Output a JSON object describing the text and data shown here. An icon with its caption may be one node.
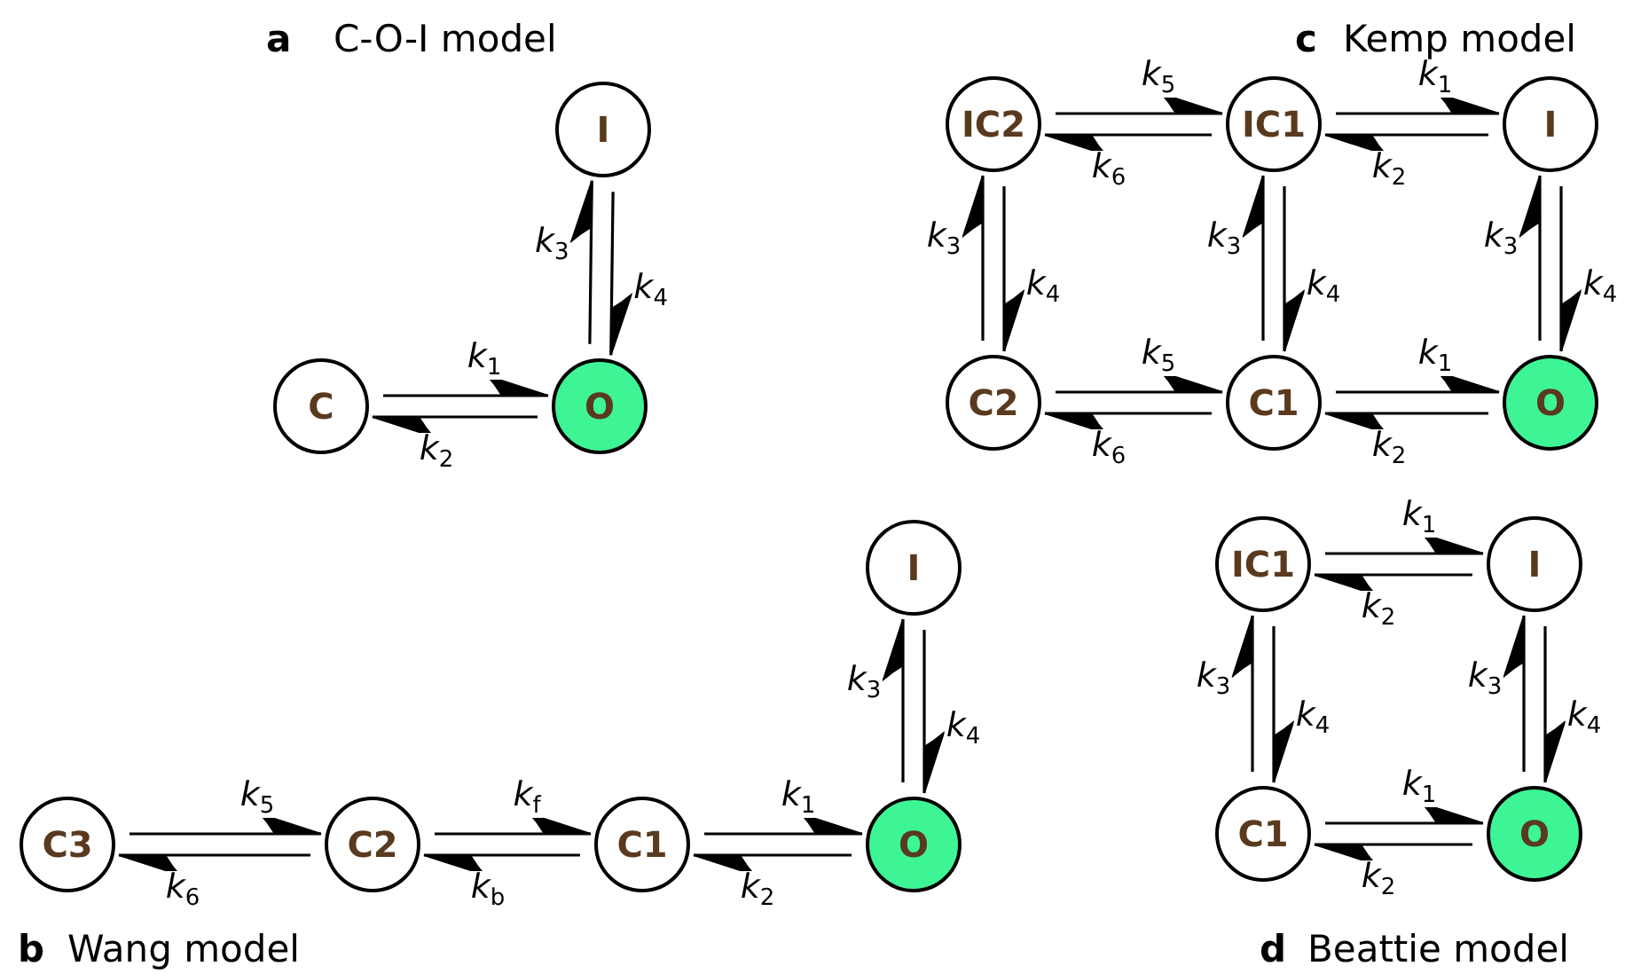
{
  "diagram": {
    "nodes": [
      {
        "text": [
          "I"
        ]
      },
      {
        "text": [
          "C"
        ]
      },
      {
        "text": [
          "O"
        ]
      },
      {
        "text": [
          "IC2"
        ]
      },
      {
        "text": [
          "IC1"
        ]
      },
      {
        "text": [
          "I"
        ]
      },
      {
        "text": [
          "C2"
        ]
      },
      {
        "text": [
          "C1"
        ]
      },
      {
        "text": [
          "O"
        ]
      },
      {
        "text": [
          "I"
        ]
      },
      {
        "text": [
          "C3"
        ]
      },
      {
        "text": [
          "C2"
        ]
      },
      {
        "text": [
          "C1"
        ]
      },
      {
        "text": [
          "O"
        ]
      },
      {
        "text": [
          "IC1"
        ]
      },
      {
        "text": [
          "I"
        ]
      },
      {
        "text": [
          "C1"
        ]
      },
      {
        "text": [
          "O"
        ]
      }
    ],
    "edges": [
      {
        "from": 1,
        "to": 2,
        "arrow": "to",
        "label": "*k*$_{1}$"
      },
      {
        "from": 2,
        "to": 1,
        "arrow": "to",
        "label": "*k*$_{2}$"
      },
      {
        "from": 2,
        "to": 0,
        "arrow": "to",
        "label": "*k*$_{3}$"
      },
      {
        "from": 0,
        "to": 2,
        "arrow": "to",
        "label": "*k*$_{4}$"
      },
      {
        "from": 3,
        "to": 4,
        "arrow": "to",
        "label": "*k*$_{5}$"
      },
      {
        "from": 4,
        "to": 3,
        "arrow": "to",
        "label": "*k*$_{6}$"
      },
      {
        "from": 4,
        "to": 5,
        "arrow": "to",
        "label": "*k*$_{1}$"
      },
      {
        "from": 5,
        "to": 4,
        "arrow": "to",
        "label": "*k*$_{2}$"
      },
      {
        "from": 6,
        "to": 3,
        "arrow": "to",
        "label": "*k*$_{3}$"
      },
      {
        "from": 3,
        "to": 6,
        "arrow": "to",
        "label": "*k*$_{4}$"
      },
      {
        "from": 7,
        "to": 4,
        "arrow": "to",
        "label": "*k*$_{3}$"
      },
      {
        "from": 4,
        "to": 7,
        "arrow": "to",
        "label": "*k*$_{4}$"
      },
      {
        "from": 8,
        "to": 5,
        "arrow": "to",
        "label": "*k*$_{3}$"
      },
      {
        "from": 5,
        "to": 8,
        "arrow": "to",
        "label": "*k*$_{4}$"
      },
      {
        "from": 6,
        "to": 7,
        "arrow": "to",
        "label": "*k*$_{5}$"
      },
      {
        "from": 7,
        "to": 6,
        "arrow": "to",
        "label": "*k*$_{6}$"
      },
      {
        "from": 7,
        "to": 8,
        "arrow": "to",
        "label": "*k*$_{1}$"
      },
      {
        "from": 8,
        "to": 7,
        "arrow": "to",
        "label": "*k*$_{2}$"
      },
      {
        "from": 10,
        "to": 11,
        "arrow": "to",
        "label": "*k*$_{5}$"
      },
      {
        "from": 11,
        "to": 10,
        "arrow": "to",
        "label": "*k*$_{6}$"
      },
      {
        "from": 11,
        "to": 12,
        "arrow": "to",
        "label": "*k*$_{f}$"
      },
      {
        "from": 12,
        "to": 11,
        "arrow": "to",
        "label": "*k*$_{b}$"
      },
      {
        "from": 12,
        "to": 13,
        "arrow": "to",
        "label": "*k*$_{1}$"
      },
      {
        "from": 13,
        "to": 12,
        "arrow": "to",
        "label": "*k*$_{2}$"
      },
      {
        "from": 13,
        "to": 9,
        "arrow": "to",
        "label": "*k*$_{3}$"
      },
      {
        "from": 9,
        "to": 13,
        "arrow": "to",
        "label": "*k*$_{4}$"
      },
      {
        "from": 14,
        "to": 15,
        "arrow": "to",
        "label": "*k*$_{1}$"
      },
      {
        "from": 15,
        "to": 14,
        "arrow": "to",
        "label": "*k*$_{2}$"
      },
      {
        "from": 16,
        "to": 14,
        "arrow": "to",
        "label": "*k*$_{3}$"
      },
      {
        "from": 14,
        "to": 16,
        "arrow": "to",
        "label": "*k*$_{4}$"
      },
      {
        "from": 17,
        "to": 15,
        "arrow": "to",
        "label": "*k*$_{3}$"
      },
      {
        "from": 15,
        "to": 17,
        "arrow": "to",
        "label": "*k*$_{4}$"
      },
      {
        "from": 16,
        "to": 17,
        "arrow": "to",
        "label": "*k*$_{1}$"
      },
      {
        "from": 17,
        "to": 16,
        "arrow": "to",
        "label": "*k*$_{2}$"
      }
    ],
    "labels": [
      "a",
      "C-O-I model",
      "c",
      "Kemp model",
      "b",
      "Wang model",
      "d",
      "Beattie model"
    ]
  }
}
